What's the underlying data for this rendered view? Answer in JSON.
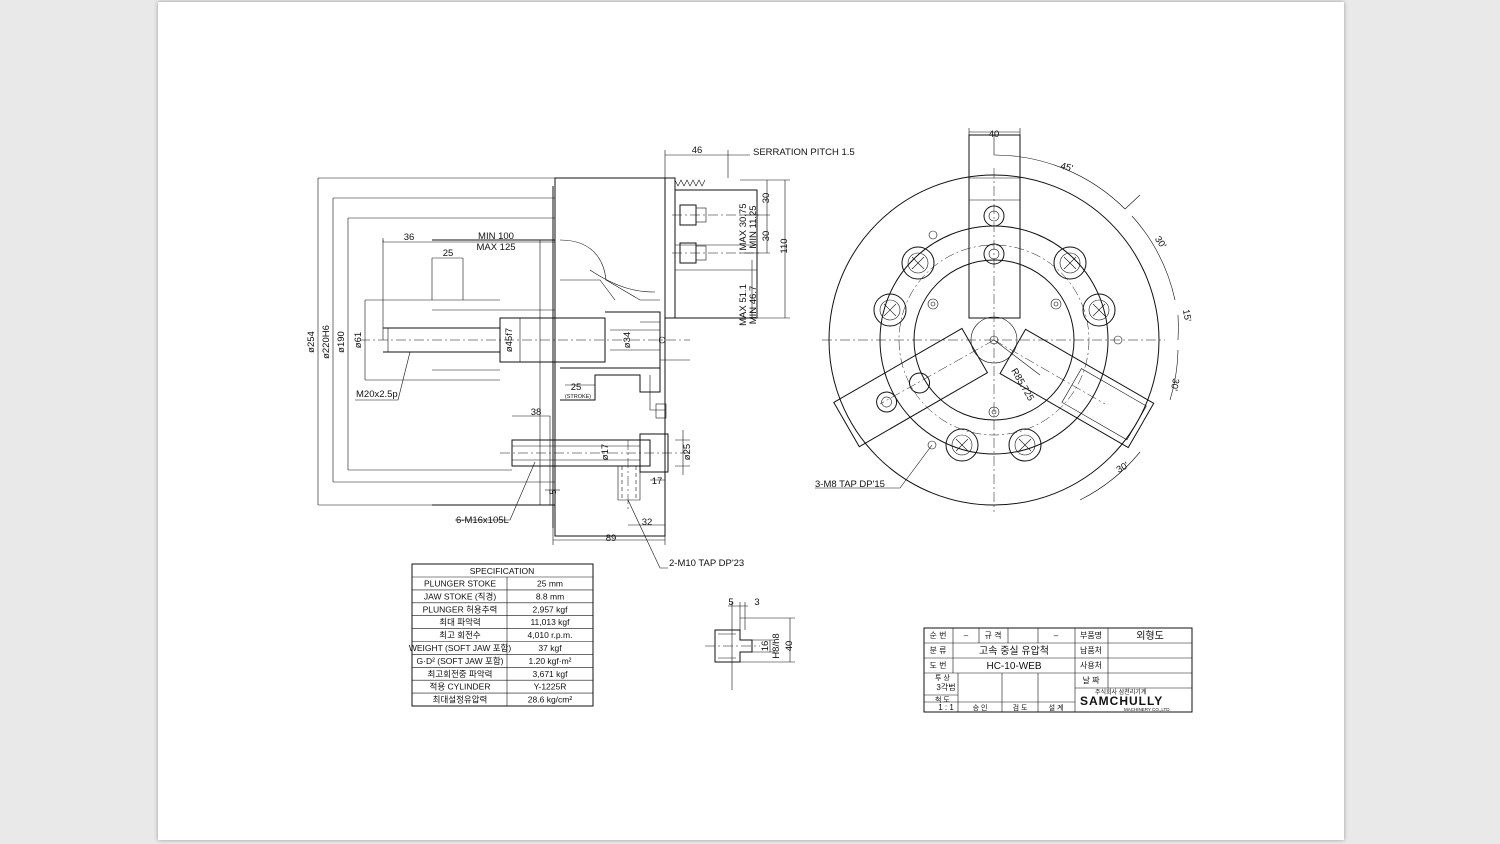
{
  "front_view": {
    "d254": "ø254",
    "d220": "ø220H6",
    "d190": "ø190",
    "d61": "ø61",
    "d45": "ø45f7",
    "d34": "ø34",
    "d17": "ø17",
    "d25": "ø25",
    "min100": "MIN 100",
    "max125": "MAX 125",
    "w36": "36",
    "w25": "25",
    "w46": "46",
    "w38": "38",
    "w25b": "25",
    "stroke": "(STROKE)",
    "w5": "5",
    "w17": "17",
    "w32": "32",
    "w89": "89",
    "serration": "SERRATION PITCH 1.5",
    "max30": "MAX 30.75",
    "min11": "MIN 11.25",
    "h30a": "30",
    "h30b": "30",
    "h110": "110",
    "max51": "MAX 51.1",
    "min46": "MIN 46.7",
    "m20": "M20x2.5p",
    "m16": "6-M16x105L",
    "m10": "2-M10 TAP DP'23"
  },
  "side_view": {
    "w40": "40",
    "a45": "45'",
    "a30a": "30'",
    "a15": "15'",
    "a30b": "30'",
    "a30c": "30'",
    "r85": "R85.725",
    "m8": "3-M8 TAP DP'15"
  },
  "jaw_detail": {
    "d5": "5",
    "d3": "3",
    "d16": "16",
    "h8": "H8/h8",
    "d40": "40"
  },
  "spec": {
    "title": "SPECIFICATION",
    "rows": [
      [
        "PLUNGER STOKE",
        "25  mm"
      ],
      [
        "JAW STOKE (직경)",
        "8.8 mm"
      ],
      [
        "PLUNGER 허용추력",
        "2,957  kgf"
      ],
      [
        "최대 파악력",
        "11,013  kgf"
      ],
      [
        "최고 회전수",
        "4,010 r.p.m."
      ],
      [
        "WEIGHT (SOFT JAW 포함)",
        "37 kgf"
      ],
      [
        "G·D² (SOFT JAW 포함)",
        "1.20 kgf·m²"
      ],
      [
        "최고회전중 파악력",
        "3,671 kgf"
      ],
      [
        "적용 CYLINDER",
        "Y-1225R"
      ],
      [
        "최대설정유압력",
        "28.6 kg/cm²"
      ]
    ]
  },
  "title_block": {
    "r1": [
      "순 번",
      "–",
      "규 격",
      "–",
      "부품명",
      "외형도"
    ],
    "r2": [
      "분 류",
      "고속 중실 유압척",
      "납품처"
    ],
    "r3": [
      "도 번",
      "HC-10-WEB",
      "사용처"
    ],
    "tusang": "투 상",
    "method": "3각법",
    "nalja": "날 짜",
    "cheokdo": "척 도",
    "scale": "1 : 1",
    "sign": [
      "승 인",
      "검 도",
      "설 계"
    ],
    "maker_small": "주식회사 삼천리기계",
    "logo": "SAMCHULLY",
    "logo_sub": "MACHINERY CO.,LTD."
  }
}
